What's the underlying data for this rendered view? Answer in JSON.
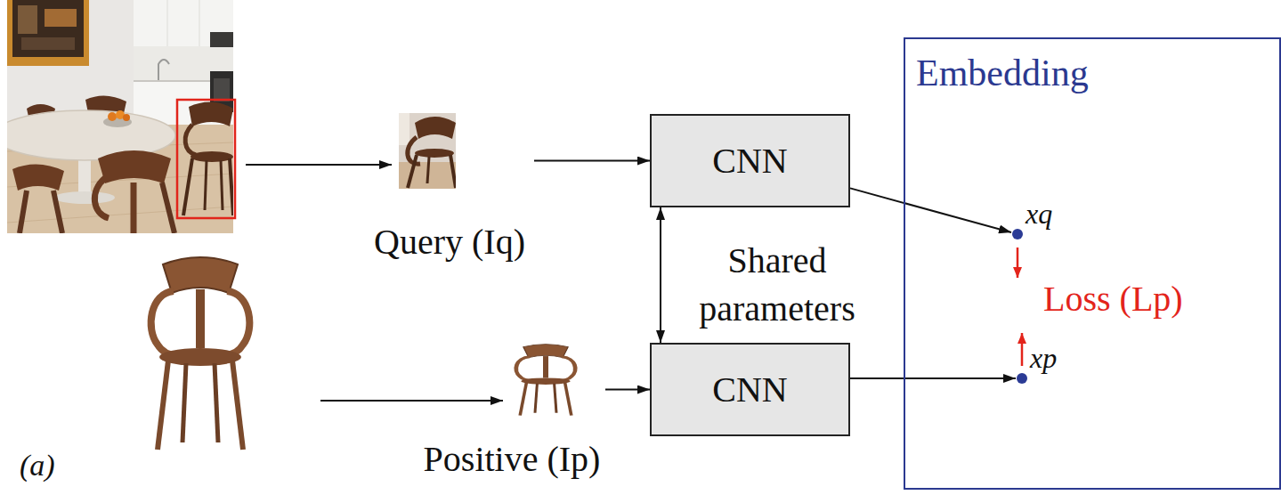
{
  "diagram": {
    "nodes": [
      {
        "text": [
          "Query (Iq)"
        ]
      },
      {
        "text": [
          "CNN"
        ]
      },
      {
        "text": [
          "Positive (Ip)"
        ]
      },
      {
        "text": [
          "CNN"
        ]
      },
      {
        "text": [
          "Embedding"
        ]
      },
      {
        "text": [
          "xq"
        ],
        "in": 4
      },
      {
        "text": [
          "xp"
        ],
        "in": 4
      }
    ],
    "edges": [
      {
        "from": 0,
        "to": 1,
        "arrow": "to"
      },
      {
        "from": 2,
        "to": 3,
        "arrow": "to"
      },
      {
        "from": 1,
        "to": 3,
        "label": "Shared parameters",
        "arrow": "both"
      },
      {
        "from": 1,
        "to": 5,
        "arrow": "to"
      },
      {
        "from": 3,
        "to": 6,
        "arrow": "to"
      }
    ],
    "labels": [
      "Loss (Lp)",
      "(a)"
    ]
  }
}
